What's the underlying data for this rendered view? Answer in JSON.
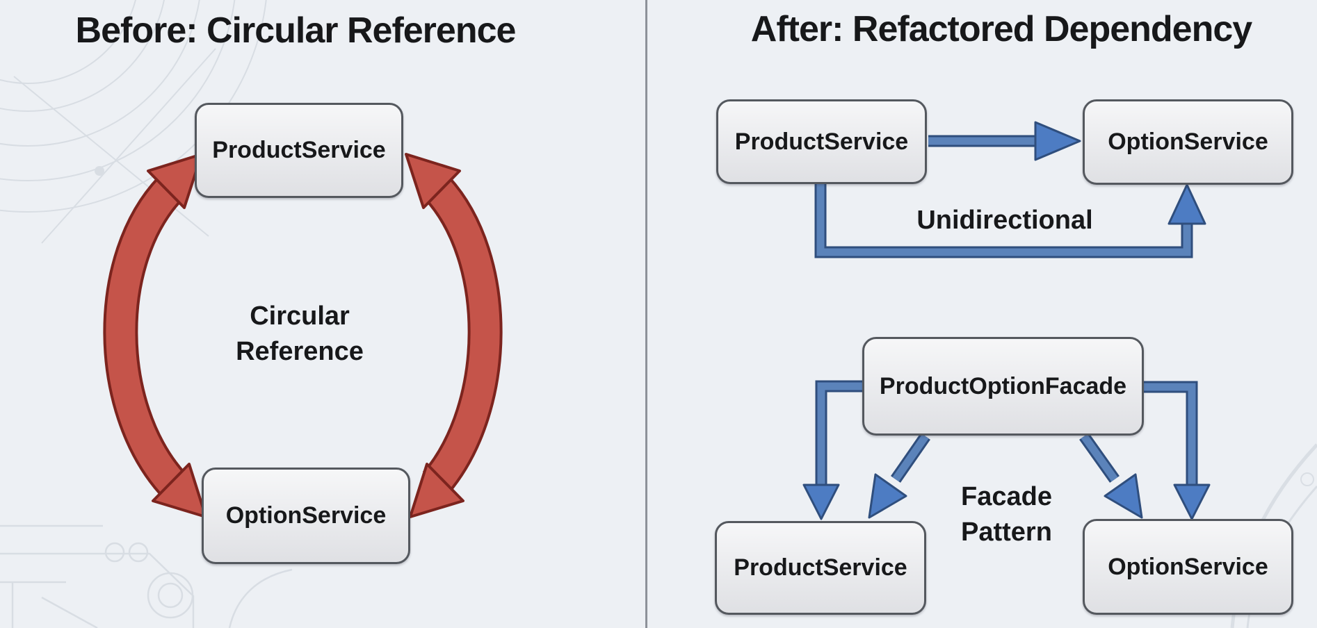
{
  "before_panel": {
    "title": "Before: Circular Reference",
    "nodes": {
      "product_service": "ProductService",
      "option_service": "OptionService"
    },
    "center_label": {
      "line1": "Circular",
      "line2": "Reference"
    }
  },
  "after_panel": {
    "title": "After: Refactored Dependency",
    "top_diagram": {
      "product_service": "ProductService",
      "option_service": "OptionService",
      "label": "Unidirectional"
    },
    "bottom_diagram": {
      "facade": "ProductOptionFacade",
      "product_service": "ProductService",
      "option_service": "OptionService",
      "label": {
        "line1": "Facade",
        "line2": "Pattern"
      }
    }
  },
  "colors": {
    "background": "#edf0f4",
    "divider": "#8d9199",
    "text": "#17181a",
    "box_fill": "#e9eaed",
    "box_border": "#54585e",
    "red_fill": "#c5544a",
    "red_outline": "#7c241e",
    "blue_fill": "#5b83ba",
    "blue_outline": "#2f4e7d",
    "blue_head": "#4d7cc3",
    "decoration": "#cdd3db"
  }
}
